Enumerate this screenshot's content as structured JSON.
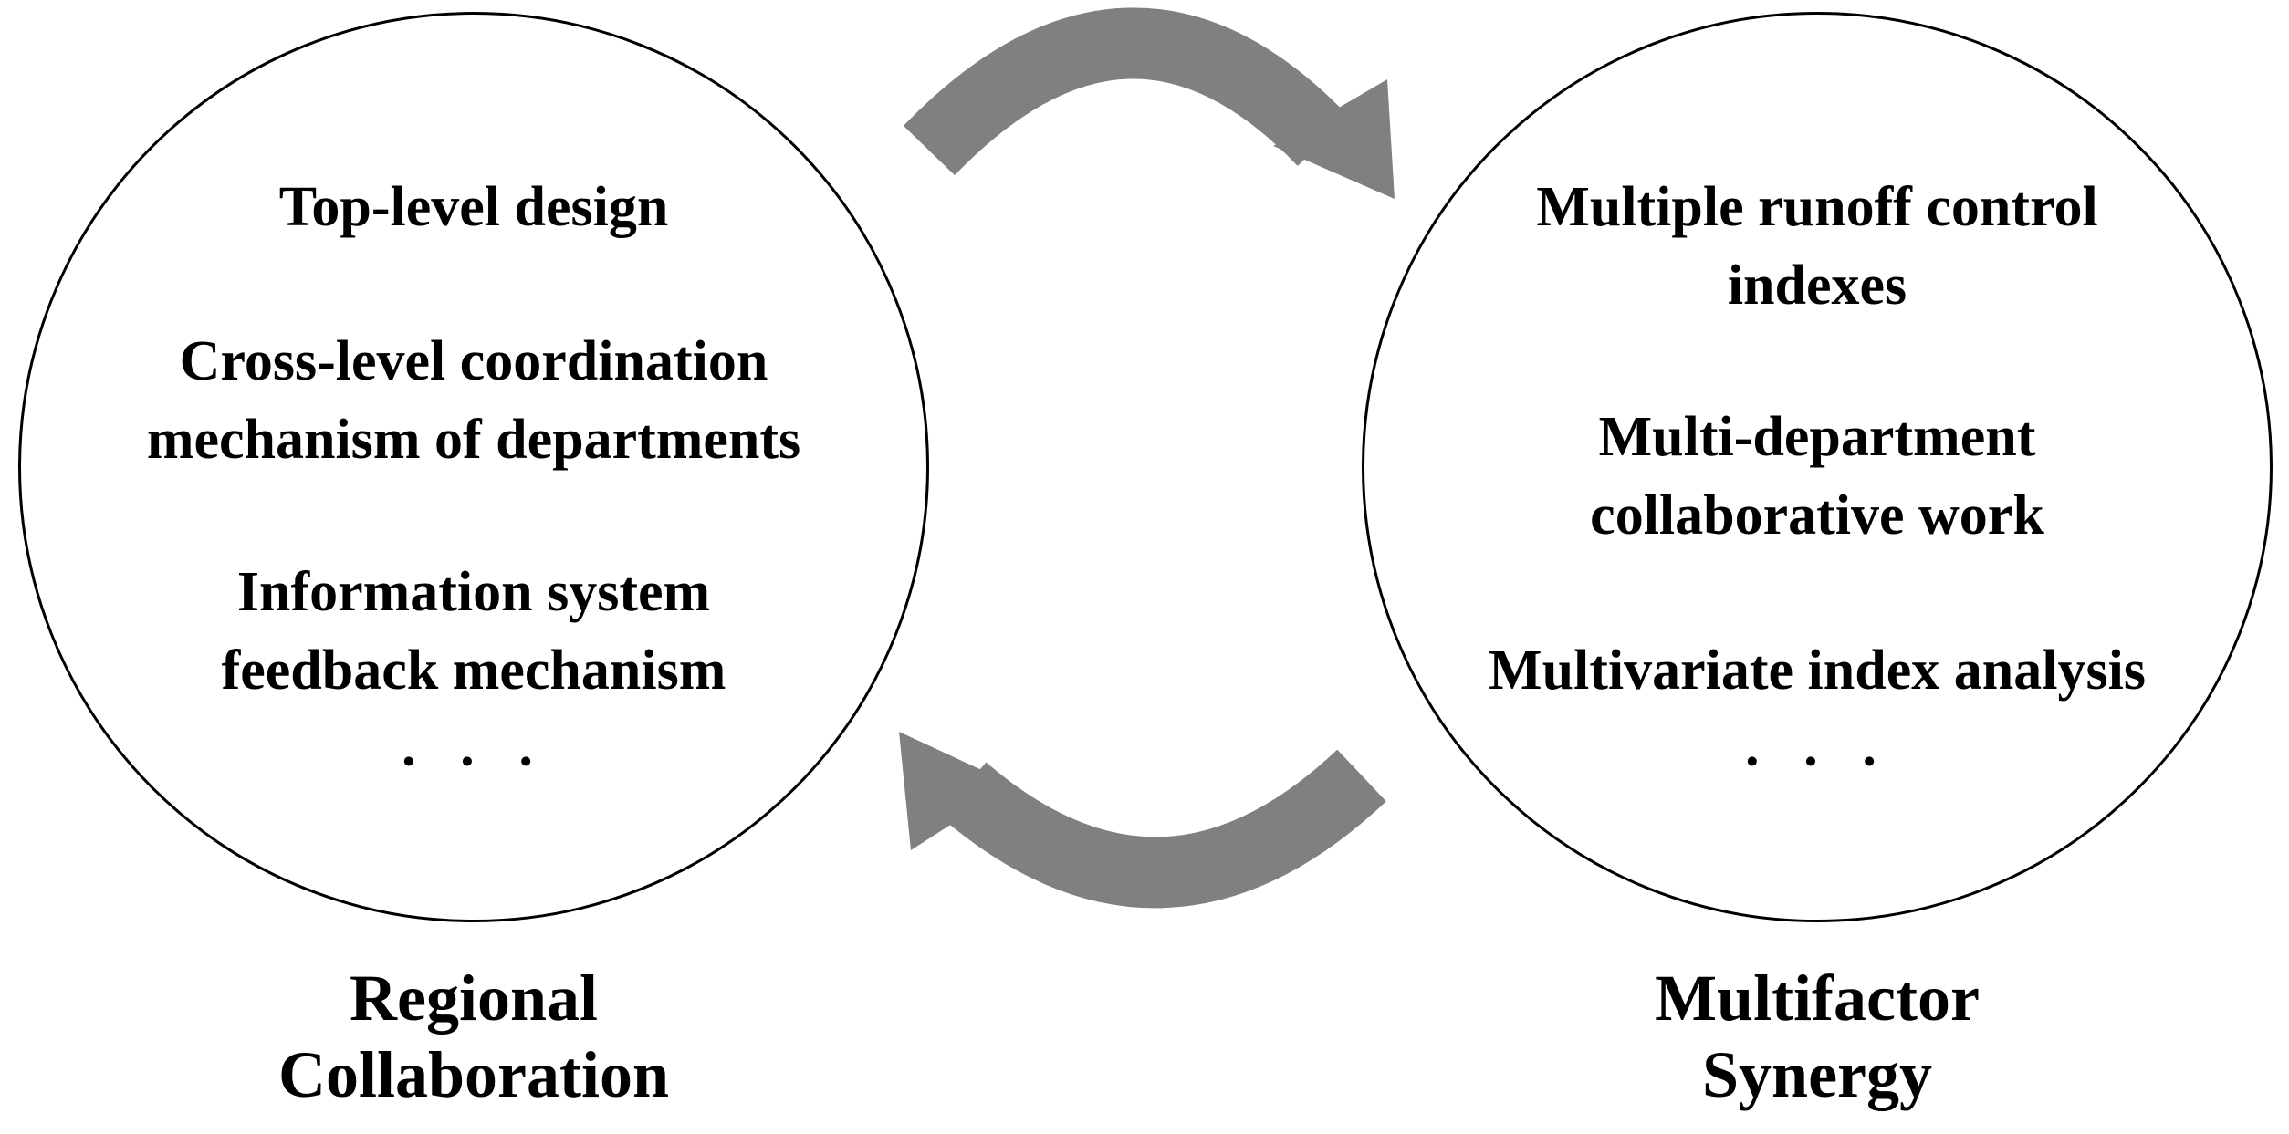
{
  "left_circle": {
    "items": [
      [
        "Top-level design"
      ],
      [
        "Cross-level coordination",
        "mechanism of departments"
      ],
      [
        "Information system",
        "feedback mechanism"
      ]
    ],
    "ellipsis": "· · ·",
    "label": [
      "Regional",
      "Collaboration"
    ]
  },
  "right_circle": {
    "items": [
      [
        "Multiple runoff control",
        "indexes"
      ],
      [
        "Multi-department",
        "collaborative work"
      ],
      [
        "Multivariate index analysis"
      ]
    ],
    "ellipsis": "· · ·",
    "label": [
      "Multifactor",
      "Synergy"
    ]
  },
  "colors": {
    "arrow": "#808080",
    "circle_stroke": "#000000",
    "text": "#000000"
  },
  "icons": [
    "curved-arrow-right-icon",
    "curved-arrow-left-icon"
  ]
}
